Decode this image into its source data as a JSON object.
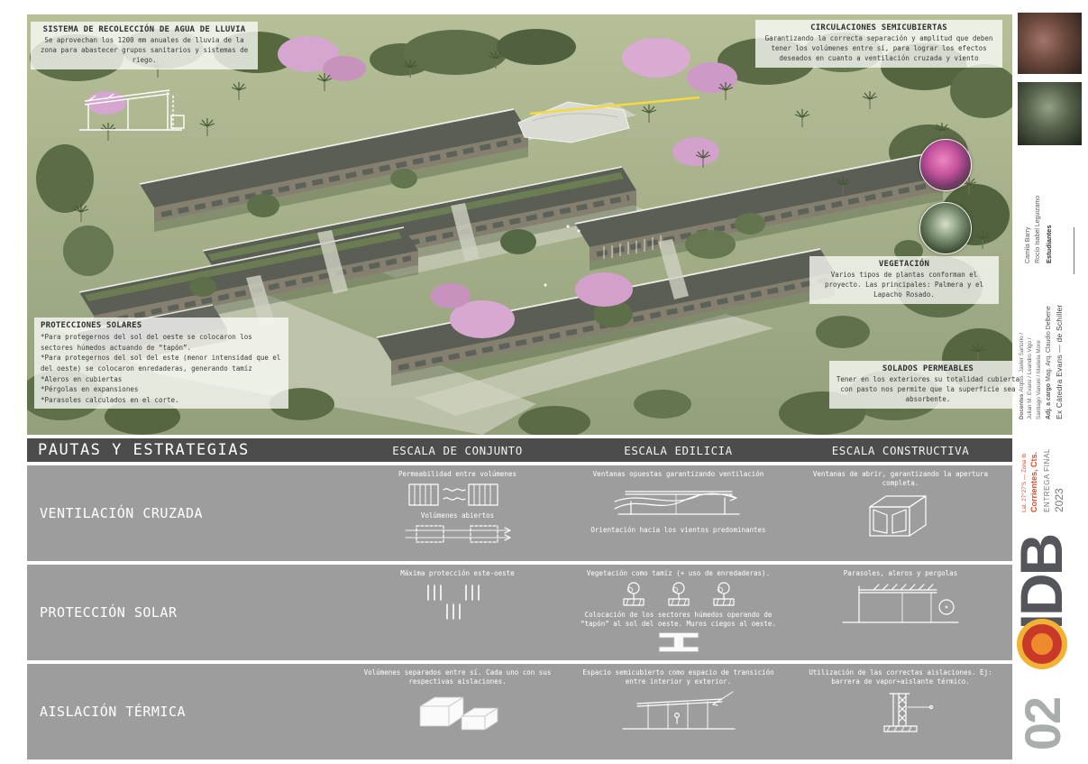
{
  "render_annotations": {
    "rainwater": {
      "title": "SISTEMA DE RECOLECCIÓN DE AGUA DE LLUVIA",
      "body": "Se aprovechan los 1200 mm anuales de lluvia de la zona para abastecer grupos sanitarios y sistemas de riego."
    },
    "circulations": {
      "title": "CIRCULACIONES SEMICUBIERTAS",
      "body": "Garantizando la correcta separación y amplitud que deben tener los volúmenes entre sí, para lograr los efectos deseados en cuanto a ventilación cruzada y viento"
    },
    "vegetation": {
      "title": "VEGETACIÓN",
      "body": "Varios tipos de plantas conforman el proyecto. Las principales: Palmera y el Lapacho Rosado."
    },
    "solar_protections": {
      "title": "PROTECCIONES SOLARES",
      "items": [
        "*Para protegernos del sol del oeste se colocaron los sectores húmedos actuando de “tapón”.",
        "*Para protegernos del sol del este (menor intensidad que el del oeste) se colocaron enredaderas, generando tamíz",
        "*Aleros en cubiertas",
        "*Pérgolas en expansiones",
        "*Parasoles calculados en el corte."
      ]
    },
    "permeable_pavement": {
      "title": "SOLADOS PERMEABLES",
      "body": "Tener en los exteriores su totalidad cubierta con pasto nos permite que la superficie sea absorbente."
    }
  },
  "table": {
    "title": "PAUTAS Y ESTRATEGIAS",
    "columns": [
      "ESCALA DE CONJUNTO",
      "ESCALA EDILICIA",
      "ESCALA CONSTRUCTIVA"
    ],
    "rows": [
      {
        "label": "VENTILACIÓN CRUZADA",
        "c1a": "Permeabilidad entre volúmenes",
        "c1b": "Volúmenes abiertos",
        "c2a": "Ventanas opuestas garantizando ventilación",
        "c2b": "Orientación hacia los vientos predominantes",
        "c3a": "Ventanas de abrir, garantizando la apertura completa."
      },
      {
        "label": "PROTECCIÓN SOLAR",
        "c1a": "Máxima protección este-oeste",
        "c2a": "Vegetación como tamíz (+ uso de enredaderas).",
        "c2b": "Colocación de los sectores húmedos operando de “tapón” al sol del oeste.  Muros ciegos al oeste.",
        "c3a": "Parasoles, aleros y pergolas"
      },
      {
        "label": "AISLACIÓN TÉRMICA",
        "c1a": "Volúmenes separados entre sí. Cada uno con sus respectivas aislaciones.",
        "c2a": "Espacio semicubierto como espacio de transición entre interior y exterior.",
        "c3a": "Utilización de las correctas aislaciones. Ej: barrera de vapor+aislante térmico."
      }
    ]
  },
  "sidebar": {
    "students_label": "Estudiantes",
    "student_1": "Rocío Isabel Leguizamo",
    "student_2": "Camila Barry",
    "catedra_title": "Ex Cátedra Evans — de Schiller",
    "adjunto_label": "Adj. a cargo",
    "adjunto_name": "Mag. Arq. Claudio Delbene",
    "docentes_label": "Docentes",
    "docentes_line1": "Arqtos. Javier Sartorio /",
    "docentes_line2": "Julian M. Evans / Leandro Vigo /",
    "docentes_line3": "Santiago Vanoni / Mariela More",
    "location_city": "Corrientes, Cts.",
    "location_detail": "Lat. 27°27'S — Zona Ib",
    "entrega_label": "ENTREGA FINAL",
    "entrega_year": "2023",
    "logo_text": "IDB",
    "sheet_number": "02"
  },
  "colors": {
    "accent": "#E8481E",
    "table_header": "#4C4C4C",
    "table_row": "#9D9D9D",
    "logo_yellow": "#F2B233",
    "logo_red": "#C8392A",
    "logo_orange": "#EF8B2D"
  }
}
